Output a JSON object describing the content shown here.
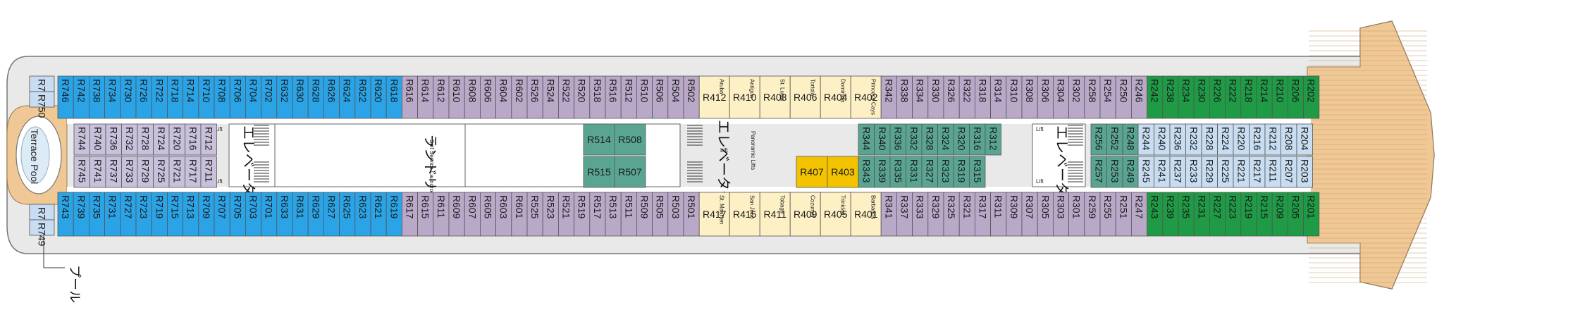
{
  "colors": {
    "blue": "#2aa4e6",
    "purple": "#b9a8c8",
    "lavender": "#c9c0dc",
    "cream": "#fdf0c4",
    "teal": "#5aa592",
    "yellow": "#f3c300",
    "green": "#1f9a45",
    "lightblue": "#c8ddf2",
    "deck": "#f0c896",
    "hull": "#e6e6e6"
  },
  "labels": {
    "pool": "プール",
    "terrace_pool": "Terrace Pool",
    "laundry": "ランドリー",
    "self_service_laundromat": "Self Service Laundromat",
    "elevator": "エレベーター",
    "lift": "Lift",
    "panoramic_lifts": "Panoramic Lifts"
  },
  "icons": [
    "bed-icon",
    "accessible-icon",
    "stair-icon"
  ],
  "row1": [
    {
      "id": "R748",
      "c": "lightblue"
    },
    {
      "id": "R750",
      "c": "lightblue"
    },
    {
      "id": "R746",
      "c": "blue"
    },
    {
      "id": "R742",
      "c": "blue"
    },
    {
      "id": "R738",
      "c": "blue"
    },
    {
      "id": "R734",
      "c": "blue"
    },
    {
      "id": "R730",
      "c": "blue"
    },
    {
      "id": "R726",
      "c": "blue"
    },
    {
      "id": "R722",
      "c": "blue"
    },
    {
      "id": "R718",
      "c": "blue"
    },
    {
      "id": "R714",
      "c": "blue"
    },
    {
      "id": "R710",
      "c": "blue"
    },
    {
      "id": "R708",
      "c": "blue"
    },
    {
      "id": "R706",
      "c": "blue"
    },
    {
      "id": "R704",
      "c": "blue"
    },
    {
      "id": "R702",
      "c": "blue"
    },
    {
      "id": "R632",
      "c": "blue"
    },
    {
      "id": "R630",
      "c": "blue"
    },
    {
      "id": "R628",
      "c": "blue"
    },
    {
      "id": "R626",
      "c": "blue"
    },
    {
      "id": "R624",
      "c": "blue"
    },
    {
      "id": "R622",
      "c": "blue"
    },
    {
      "id": "R620",
      "c": "blue"
    },
    {
      "id": "R618",
      "c": "blue"
    },
    {
      "id": "R616",
      "c": "purple"
    },
    {
      "id": "R614",
      "c": "purple"
    },
    {
      "id": "R612",
      "c": "purple"
    },
    {
      "id": "R610",
      "c": "purple"
    },
    {
      "id": "R608",
      "c": "purple"
    },
    {
      "id": "R606",
      "c": "purple"
    },
    {
      "id": "R604",
      "c": "purple"
    },
    {
      "id": "R602",
      "c": "purple"
    },
    {
      "id": "R526",
      "c": "purple"
    },
    {
      "id": "R524",
      "c": "purple"
    },
    {
      "id": "R522",
      "c": "purple"
    },
    {
      "id": "R520",
      "c": "purple"
    },
    {
      "id": "R518",
      "c": "purple"
    },
    {
      "id": "R516",
      "c": "purple"
    },
    {
      "id": "R512",
      "c": "purple"
    },
    {
      "id": "R510",
      "c": "purple"
    },
    {
      "id": "R506",
      "c": "purple"
    },
    {
      "id": "R504",
      "c": "purple"
    },
    {
      "id": "R502",
      "c": "purple"
    },
    {
      "id": "R412",
      "c": "cream",
      "sub": "Aruba"
    },
    {
      "id": "R410",
      "c": "cream",
      "sub": "Antigua"
    },
    {
      "id": "R408",
      "c": "cream",
      "sub": "St. Lucia"
    },
    {
      "id": "R406",
      "c": "cream",
      "sub": "Tortola"
    },
    {
      "id": "R404",
      "c": "cream",
      "sub": "Dominica"
    },
    {
      "id": "R402",
      "c": "cream",
      "sub": "Princess Cays"
    },
    {
      "id": "R342",
      "c": "purple"
    },
    {
      "id": "R338",
      "c": "purple"
    },
    {
      "id": "R334",
      "c": "purple"
    },
    {
      "id": "R330",
      "c": "purple"
    },
    {
      "id": "R326",
      "c": "purple"
    },
    {
      "id": "R322",
      "c": "purple"
    },
    {
      "id": "R318",
      "c": "purple"
    },
    {
      "id": "R314",
      "c": "purple"
    },
    {
      "id": "R310",
      "c": "purple"
    },
    {
      "id": "R308",
      "c": "purple"
    },
    {
      "id": "R306",
      "c": "purple"
    },
    {
      "id": "R304",
      "c": "purple"
    },
    {
      "id": "R302",
      "c": "purple"
    },
    {
      "id": "R258",
      "c": "purple"
    },
    {
      "id": "R254",
      "c": "purple"
    },
    {
      "id": "R250",
      "c": "purple"
    },
    {
      "id": "R246",
      "c": "purple"
    },
    {
      "id": "R242",
      "c": "green"
    },
    {
      "id": "R238",
      "c": "green"
    },
    {
      "id": "R234",
      "c": "green"
    },
    {
      "id": "R230",
      "c": "green"
    },
    {
      "id": "R226",
      "c": "green"
    },
    {
      "id": "R222",
      "c": "green"
    },
    {
      "id": "R218",
      "c": "green"
    },
    {
      "id": "R214",
      "c": "green"
    },
    {
      "id": "R210",
      "c": "green"
    },
    {
      "id": "R206",
      "c": "green"
    },
    {
      "id": "R202",
      "c": "green"
    }
  ],
  "row2": [
    {
      "id": "R744",
      "c": "lavender"
    },
    {
      "id": "R740",
      "c": "lavender"
    },
    {
      "id": "R736",
      "c": "lavender"
    },
    {
      "id": "R732",
      "c": "lavender"
    },
    {
      "id": "R728",
      "c": "lavender"
    },
    {
      "id": "R724",
      "c": "lavender"
    },
    {
      "id": "R720",
      "c": "lavender"
    },
    {
      "id": "R716",
      "c": "lavender"
    },
    {
      "id": "R712",
      "c": "lavender"
    },
    {
      "id": "R514",
      "c": "teal"
    },
    {
      "id": "R508",
      "c": "teal"
    },
    {
      "id": "R344",
      "c": "teal"
    },
    {
      "id": "R340",
      "c": "teal"
    },
    {
      "id": "R336",
      "c": "teal"
    },
    {
      "id": "R332",
      "c": "teal"
    },
    {
      "id": "R328",
      "c": "teal"
    },
    {
      "id": "R324",
      "c": "teal"
    },
    {
      "id": "R320",
      "c": "teal"
    },
    {
      "id": "R316",
      "c": "teal"
    },
    {
      "id": "R312",
      "c": "teal"
    },
    {
      "id": "R256",
      "c": "teal"
    },
    {
      "id": "R252",
      "c": "teal"
    },
    {
      "id": "R248",
      "c": "teal"
    },
    {
      "id": "R244",
      "c": "lightblue"
    },
    {
      "id": "R240",
      "c": "lightblue"
    },
    {
      "id": "R236",
      "c": "lightblue"
    },
    {
      "id": "R232",
      "c": "lightblue"
    },
    {
      "id": "R228",
      "c": "lightblue"
    },
    {
      "id": "R224",
      "c": "lightblue"
    },
    {
      "id": "R220",
      "c": "lightblue"
    },
    {
      "id": "R216",
      "c": "lightblue"
    },
    {
      "id": "R212",
      "c": "lightblue"
    },
    {
      "id": "R208",
      "c": "lightblue"
    },
    {
      "id": "R204",
      "c": "lightblue"
    }
  ],
  "row3": [
    {
      "id": "R745",
      "c": "lavender"
    },
    {
      "id": "R741",
      "c": "lavender"
    },
    {
      "id": "R737",
      "c": "lavender"
    },
    {
      "id": "R733",
      "c": "lavender"
    },
    {
      "id": "R729",
      "c": "lavender"
    },
    {
      "id": "R725",
      "c": "lavender"
    },
    {
      "id": "R721",
      "c": "lavender"
    },
    {
      "id": "R717",
      "c": "lavender"
    },
    {
      "id": "R711",
      "c": "lavender"
    },
    {
      "id": "R515",
      "c": "teal"
    },
    {
      "id": "R507",
      "c": "teal"
    },
    {
      "id": "R407",
      "c": "yellow"
    },
    {
      "id": "R403",
      "c": "yellow"
    },
    {
      "id": "R343",
      "c": "teal"
    },
    {
      "id": "R339",
      "c": "teal"
    },
    {
      "id": "R335",
      "c": "teal"
    },
    {
      "id": "R331",
      "c": "teal"
    },
    {
      "id": "R327",
      "c": "teal"
    },
    {
      "id": "R323",
      "c": "teal"
    },
    {
      "id": "R319",
      "c": "teal"
    },
    {
      "id": "R315",
      "c": "teal"
    },
    {
      "id": "R257",
      "c": "teal"
    },
    {
      "id": "R253",
      "c": "teal"
    },
    {
      "id": "R249",
      "c": "teal"
    },
    {
      "id": "R245",
      "c": "lightblue"
    },
    {
      "id": "R241",
      "c": "lightblue"
    },
    {
      "id": "R237",
      "c": "lightblue"
    },
    {
      "id": "R233",
      "c": "lightblue"
    },
    {
      "id": "R229",
      "c": "lightblue"
    },
    {
      "id": "R225",
      "c": "lightblue"
    },
    {
      "id": "R221",
      "c": "lightblue"
    },
    {
      "id": "R217",
      "c": "lightblue"
    },
    {
      "id": "R211",
      "c": "lightblue"
    },
    {
      "id": "R207",
      "c": "lightblue"
    },
    {
      "id": "R203",
      "c": "lightblue"
    }
  ],
  "row4": [
    {
      "id": "R747",
      "c": "lightblue"
    },
    {
      "id": "R749",
      "c": "lightblue"
    },
    {
      "id": "R743",
      "c": "blue"
    },
    {
      "id": "R739",
      "c": "blue"
    },
    {
      "id": "R735",
      "c": "blue"
    },
    {
      "id": "R731",
      "c": "blue"
    },
    {
      "id": "R727",
      "c": "blue"
    },
    {
      "id": "R723",
      "c": "blue"
    },
    {
      "id": "R719",
      "c": "blue"
    },
    {
      "id": "R715",
      "c": "blue"
    },
    {
      "id": "R713",
      "c": "blue"
    },
    {
      "id": "R709",
      "c": "blue"
    },
    {
      "id": "R707",
      "c": "blue"
    },
    {
      "id": "R705",
      "c": "blue"
    },
    {
      "id": "R703",
      "c": "blue"
    },
    {
      "id": "R701",
      "c": "blue"
    },
    {
      "id": "R633",
      "c": "blue"
    },
    {
      "id": "R631",
      "c": "blue"
    },
    {
      "id": "R629",
      "c": "blue"
    },
    {
      "id": "R627",
      "c": "blue"
    },
    {
      "id": "R625",
      "c": "blue"
    },
    {
      "id": "R623",
      "c": "blue"
    },
    {
      "id": "R621",
      "c": "blue"
    },
    {
      "id": "R619",
      "c": "blue"
    },
    {
      "id": "R617",
      "c": "purple"
    },
    {
      "id": "R615",
      "c": "purple"
    },
    {
      "id": "R611",
      "c": "purple"
    },
    {
      "id": "R609",
      "c": "purple"
    },
    {
      "id": "R607",
      "c": "purple"
    },
    {
      "id": "R605",
      "c": "purple"
    },
    {
      "id": "R603",
      "c": "purple"
    },
    {
      "id": "R601",
      "c": "purple"
    },
    {
      "id": "R525",
      "c": "purple"
    },
    {
      "id": "R523",
      "c": "purple"
    },
    {
      "id": "R521",
      "c": "purple"
    },
    {
      "id": "R519",
      "c": "purple"
    },
    {
      "id": "R517",
      "c": "purple"
    },
    {
      "id": "R513",
      "c": "purple"
    },
    {
      "id": "R511",
      "c": "purple"
    },
    {
      "id": "R509",
      "c": "purple"
    },
    {
      "id": "R505",
      "c": "purple"
    },
    {
      "id": "R503",
      "c": "purple"
    },
    {
      "id": "R501",
      "c": "purple"
    },
    {
      "id": "R417",
      "c": "cream",
      "sub": "St. Maarten"
    },
    {
      "id": "R415",
      "c": "cream",
      "sub": "San Juan"
    },
    {
      "id": "R411",
      "c": "cream",
      "sub": "Tobago"
    },
    {
      "id": "R409",
      "c": "cream",
      "sub": "Cozumel"
    },
    {
      "id": "R405",
      "c": "cream",
      "sub": "Trinidad"
    },
    {
      "id": "R401",
      "c": "cream",
      "sub": "Barbados"
    },
    {
      "id": "R341",
      "c": "purple"
    },
    {
      "id": "R337",
      "c": "purple"
    },
    {
      "id": "R333",
      "c": "purple"
    },
    {
      "id": "R329",
      "c": "purple"
    },
    {
      "id": "R325",
      "c": "purple"
    },
    {
      "id": "R321",
      "c": "purple"
    },
    {
      "id": "R317",
      "c": "purple"
    },
    {
      "id": "R311",
      "c": "purple"
    },
    {
      "id": "R309",
      "c": "purple"
    },
    {
      "id": "R307",
      "c": "purple"
    },
    {
      "id": "R305",
      "c": "purple"
    },
    {
      "id": "R303",
      "c": "purple"
    },
    {
      "id": "R301",
      "c": "purple"
    },
    {
      "id": "R259",
      "c": "purple"
    },
    {
      "id": "R255",
      "c": "purple"
    },
    {
      "id": "R251",
      "c": "purple"
    },
    {
      "id": "R247",
      "c": "purple"
    },
    {
      "id": "R243",
      "c": "green"
    },
    {
      "id": "R239",
      "c": "green"
    },
    {
      "id": "R235",
      "c": "green"
    },
    {
      "id": "R231",
      "c": "green"
    },
    {
      "id": "R227",
      "c": "green"
    },
    {
      "id": "R223",
      "c": "green"
    },
    {
      "id": "R219",
      "c": "green"
    },
    {
      "id": "R215",
      "c": "green"
    },
    {
      "id": "R209",
      "c": "green"
    },
    {
      "id": "R205",
      "c": "green"
    },
    {
      "id": "R201",
      "c": "green"
    }
  ]
}
